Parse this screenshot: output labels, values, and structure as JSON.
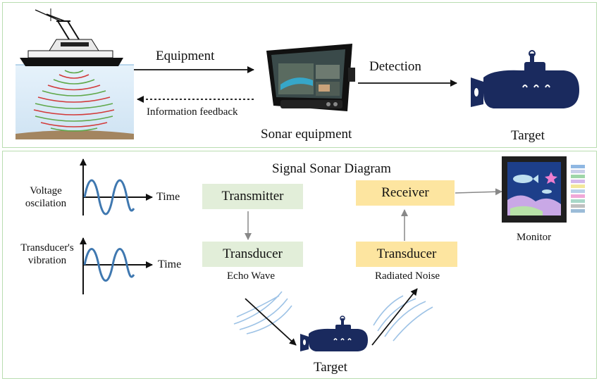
{
  "top": {
    "equipment_label": "Equipment",
    "feedback_label": "Information feedback",
    "detection_label": "Detection",
    "sonar_label": "Sonar equipment",
    "target_label": "Target"
  },
  "bottom": {
    "title": "Signal Sonar Diagram",
    "voltage_label": "Voltage oscilation",
    "transducer_vibration_label": "Transducer's vibration",
    "time_label_1": "Time",
    "time_label_2": "Time",
    "transmitter": "Transmitter",
    "transducer_left": "Transducer",
    "echo_wave": "Echo Wave",
    "receiver": "Receiver",
    "transducer_right": "Transducer",
    "radiated_noise": "Radiated Noise",
    "monitor_label": "Monitor",
    "target_label": "Target"
  },
  "colors": {
    "panel_border": "#b9ddb0",
    "transmitter_fill": "#e2eed9",
    "receiver_fill": "#fde5a0",
    "submarine": "#1a2a5e",
    "sine_wave": "#3f78b0",
    "sonar_wave_green": "#5fa84a",
    "sonar_wave_red": "#d23a3a",
    "echo_arcs": "#9ec3e6"
  },
  "icons": [
    "fishing-boat-icon",
    "sonar-device-icon",
    "submarine-icon",
    "monitor-icon"
  ]
}
